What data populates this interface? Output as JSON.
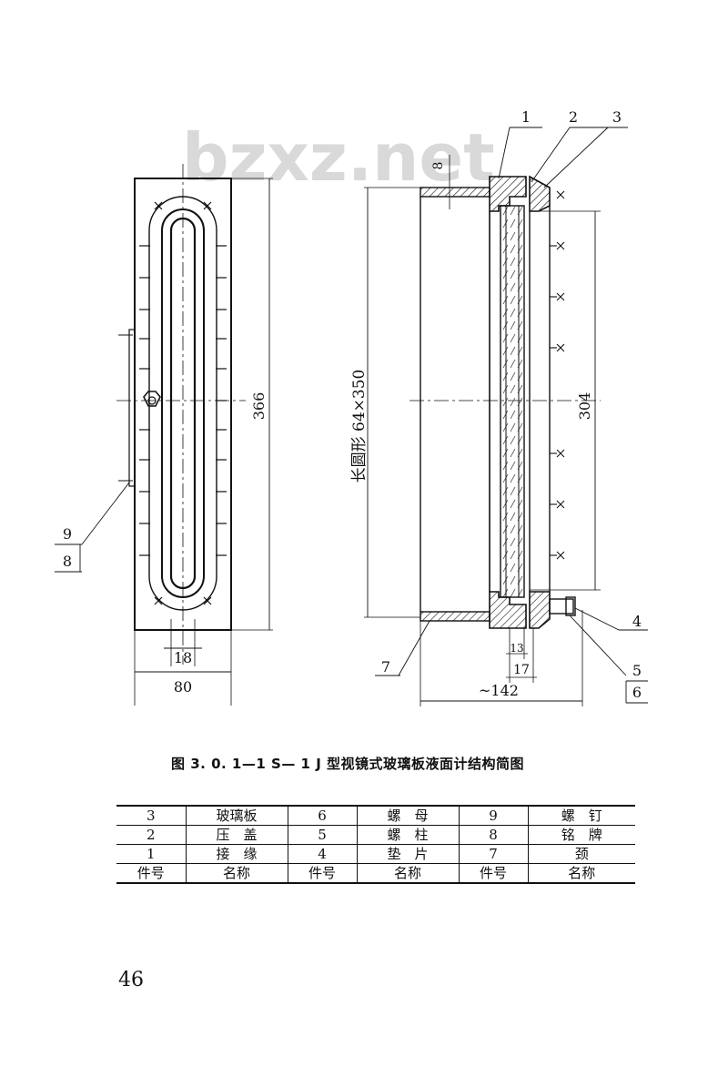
{
  "watermark": "bzxz.net",
  "dimensions": {
    "overall_length": "366",
    "inner_length": "304",
    "slot": "长圆形  64×350",
    "width": "80",
    "slot_width": "18",
    "depth": "~142",
    "d13": "13",
    "d17": "17",
    "d8": "8"
  },
  "callouts": [
    "1",
    "2",
    "3",
    "4",
    "5",
    "6",
    "7",
    "8",
    "9"
  ],
  "caption": "图 3. 0. 1—1   S— 1 J 型视镜式玻璃板液面计结构简图",
  "parts_table": {
    "rows": [
      [
        "3",
        "玻璃板",
        "6",
        "螺　母",
        "9",
        "螺　钉"
      ],
      [
        "2",
        "压　盖",
        "5",
        "螺　柱",
        "8",
        "铭　牌"
      ],
      [
        "1",
        "接　缘",
        "4",
        "垫　片",
        "7",
        "颈"
      ]
    ],
    "header": [
      "件号",
      "名称",
      "件号",
      "名称",
      "件号",
      "名称"
    ]
  },
  "page_number": "46"
}
